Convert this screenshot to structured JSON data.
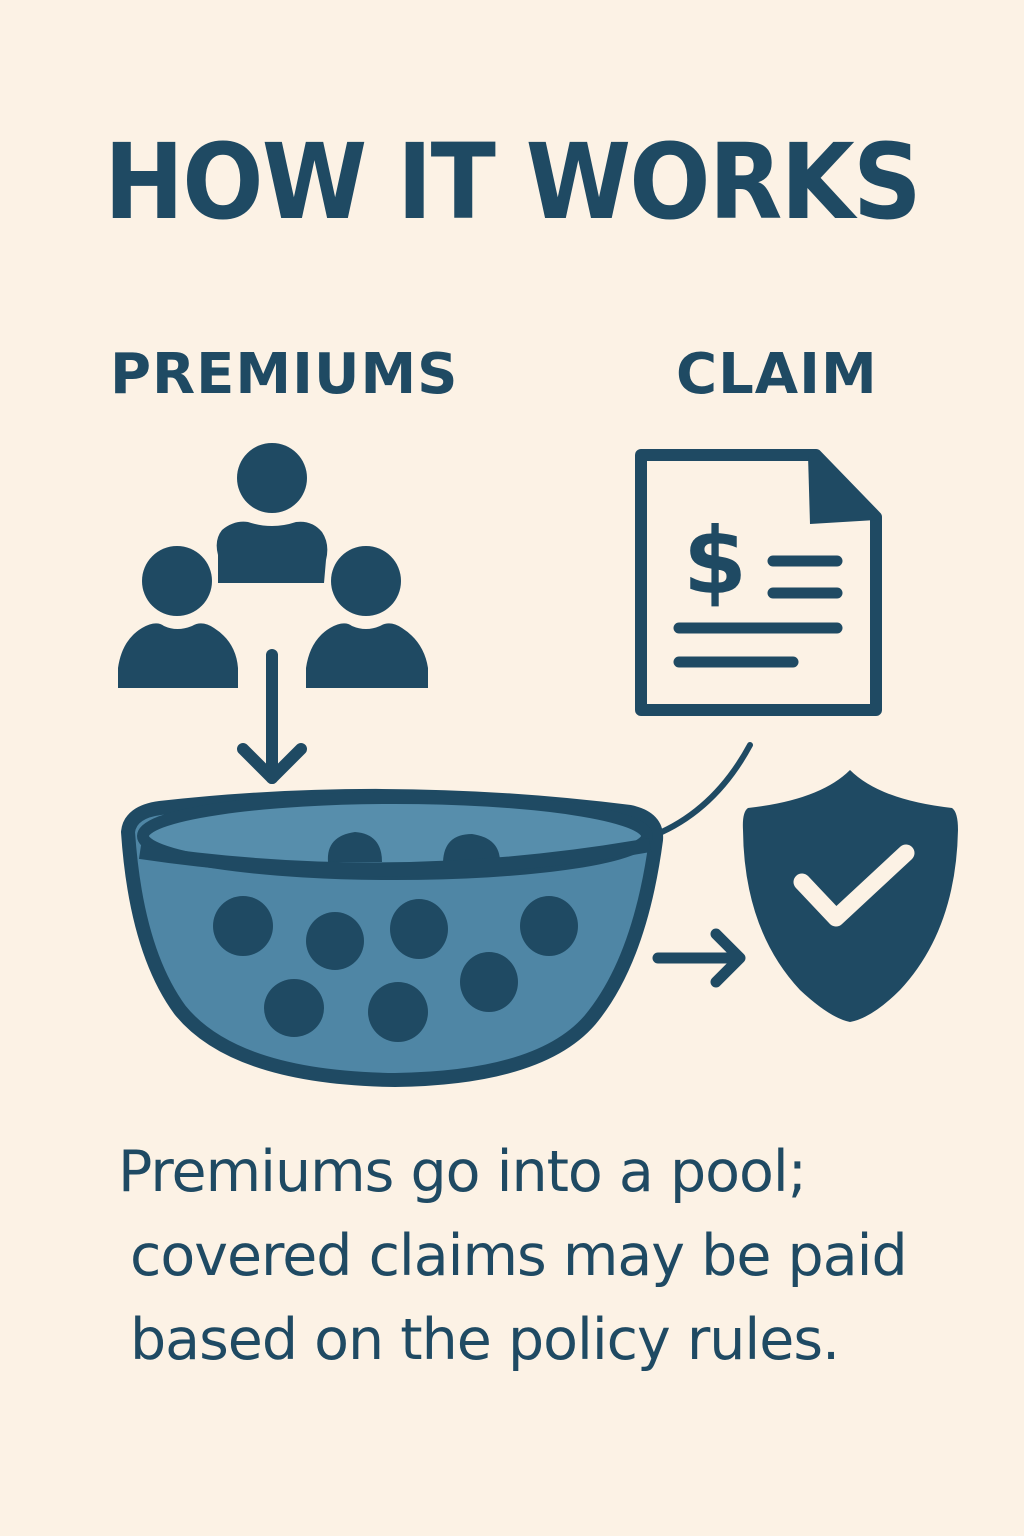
{
  "title": "HOW IT WORKS",
  "labels": {
    "premiums": "PREMIUMS",
    "claim": "CLAIM"
  },
  "icons": {
    "people": "people-group-icon",
    "down_arrow": "arrow-down-icon",
    "claim_document": "dollar-document-icon",
    "pool": "pool-bowl-icon",
    "right_arrow": "arrow-right-icon",
    "shield": "shield-check-icon"
  },
  "caption": {
    "line1": "Premiums go into a pool;",
    "line2": "covered claims may be paid",
    "line3": "based on the policy rules."
  },
  "colors": {
    "background": "#fcf2e5",
    "primary": "#1f4a63",
    "pool_fill": "#4f86a5"
  }
}
